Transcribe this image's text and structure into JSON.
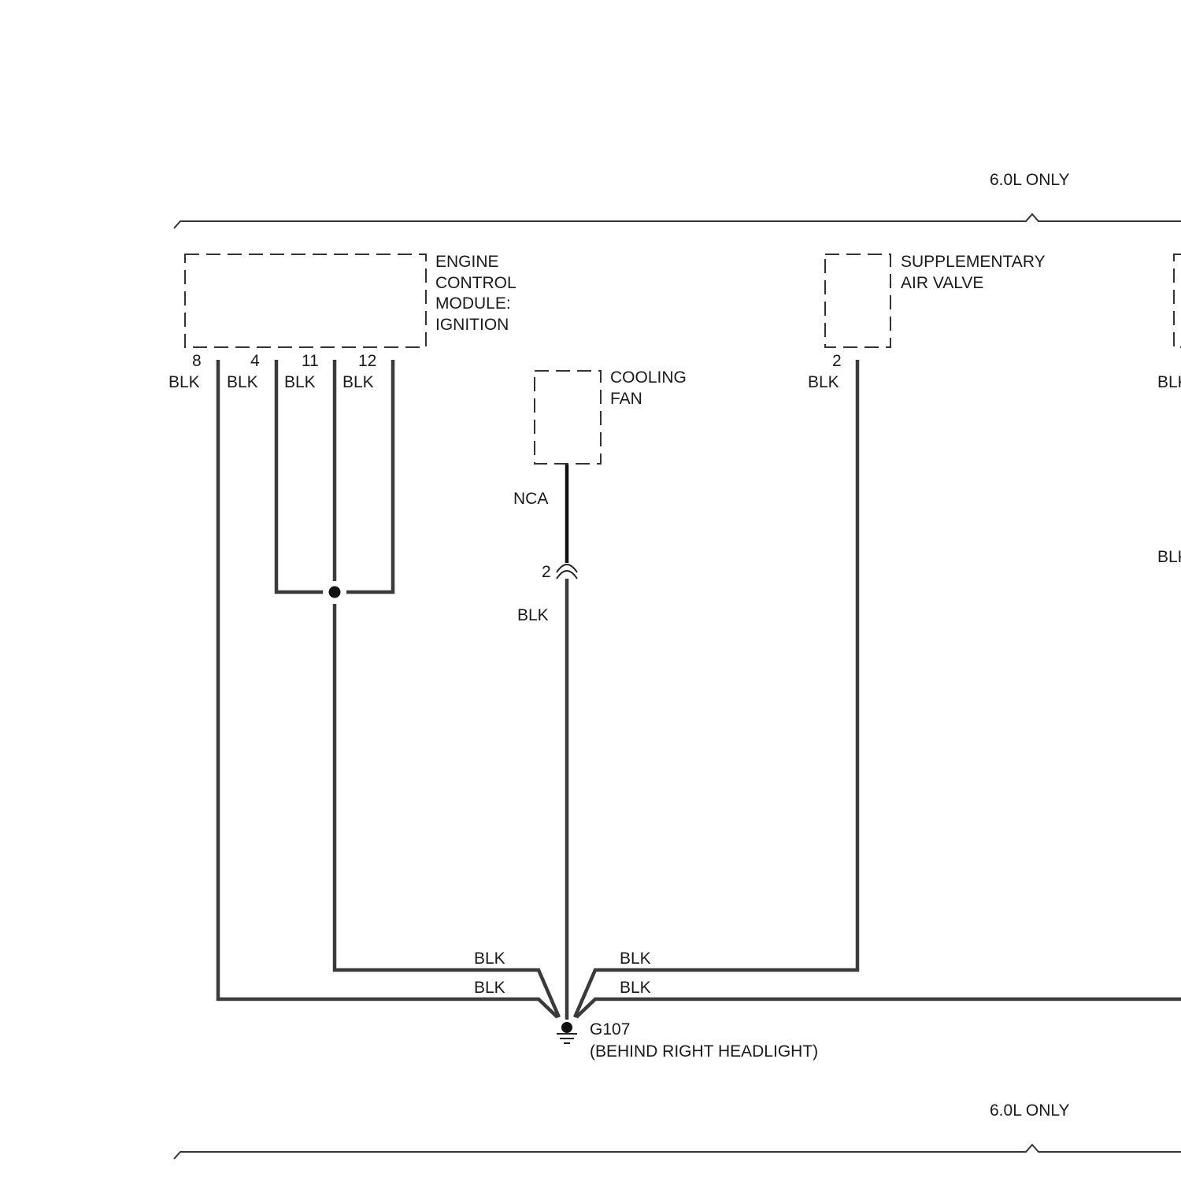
{
  "brackets": {
    "top_label": "6.0L ONLY",
    "bottom_label": "6.0L ONLY"
  },
  "components": {
    "ecm": {
      "lines": [
        "ENGINE",
        "CONTROL",
        "MODULE:",
        "IGNITION"
      ]
    },
    "cooling_fan": {
      "lines": [
        "COOLING",
        "FAN"
      ]
    },
    "supplementary_air_valve": {
      "lines": [
        "SUPPLEMENTARY",
        "AIR VALVE"
      ]
    }
  },
  "pins": {
    "ecm_8": "8",
    "ecm_4": "4",
    "ecm_11": "11",
    "ecm_12": "12",
    "sav_2": "2",
    "fan_connector": "2"
  },
  "wire_colors": {
    "ecm_8": "BLK",
    "ecm_4": "BLK",
    "ecm_11": "BLK",
    "ecm_12": "BLK",
    "sav_2": "BLK",
    "fan_upper": "NCA",
    "fan_lower": "BLK",
    "g_left_upper": "BLK",
    "g_left_lower": "BLK",
    "g_right_upper": "BLK",
    "g_right_lower": "BLK",
    "offpage_upper": "BLK",
    "offpage_lower": "BLK"
  },
  "ground": {
    "id": "G107",
    "location": "(BEHIND RIGHT HEADLIGHT)"
  }
}
